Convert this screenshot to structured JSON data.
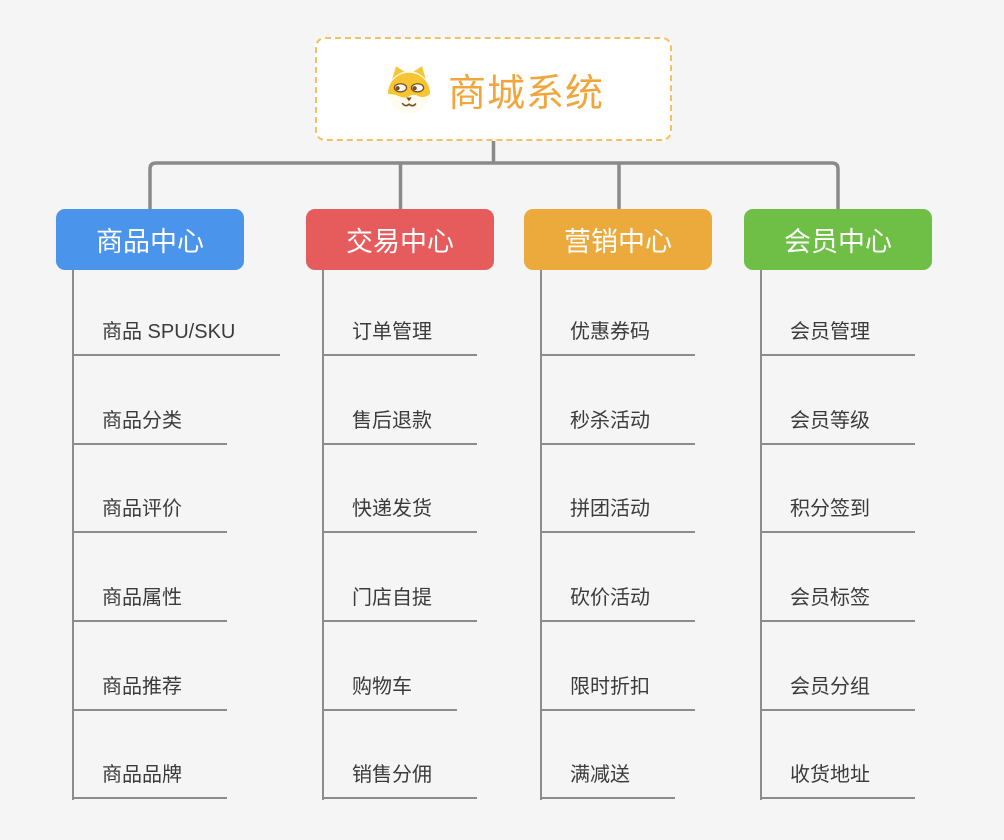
{
  "page": {
    "background_color": "#f5f5f5",
    "connector_color": "#8a8a8a",
    "child_text_color": "#3b3b3b"
  },
  "root": {
    "title": "商城系统",
    "icon": "dog-face-icon",
    "title_color": "#f0a63c",
    "border_color": "#f5c063"
  },
  "branches": [
    {
      "label": "商品中心",
      "color": "#4b94ec",
      "children": [
        "商品 SPU/SKU",
        "商品分类",
        "商品评价",
        "商品属性",
        "商品推荐",
        "商品品牌"
      ]
    },
    {
      "label": "交易中心",
      "color": "#e65c5c",
      "children": [
        "订单管理",
        "售后退款",
        "快递发货",
        "门店自提",
        "购物车",
        "销售分佣"
      ]
    },
    {
      "label": "营销中心",
      "color": "#ecaa3d",
      "children": [
        "优惠券码",
        "秒杀活动",
        "拼团活动",
        "砍价活动",
        "限时折扣",
        "满减送"
      ]
    },
    {
      "label": "会员中心",
      "color": "#6fbe45",
      "children": [
        "会员管理",
        "会员等级",
        "积分签到",
        "会员标签",
        "会员分组",
        "收货地址"
      ]
    }
  ]
}
